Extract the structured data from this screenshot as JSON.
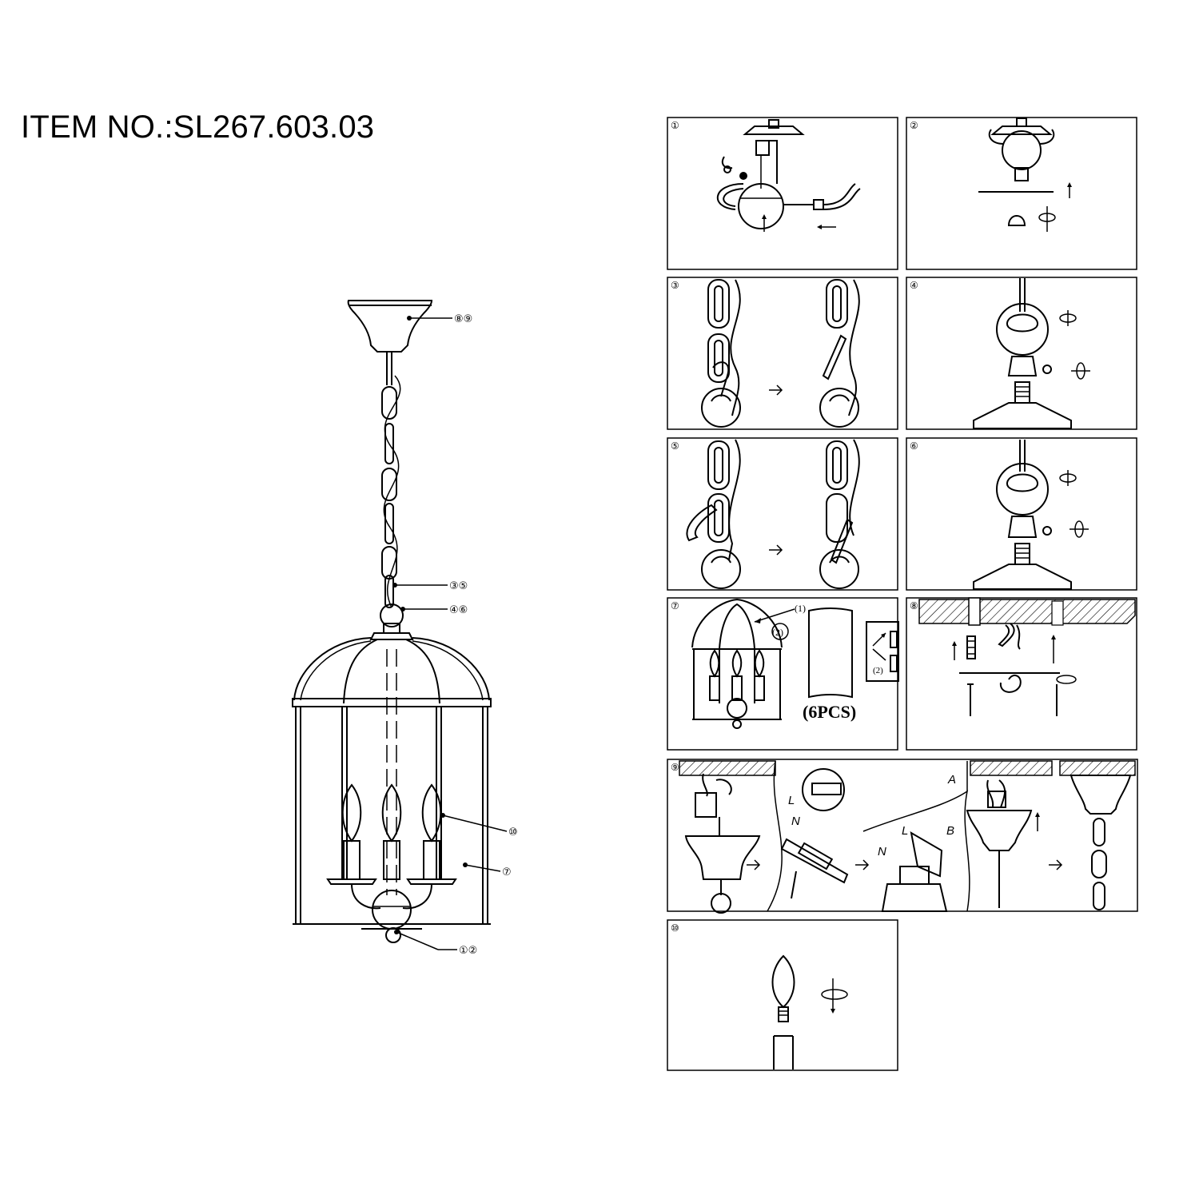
{
  "header": {
    "item_number": "ITEM NO.:SL267.603.03"
  },
  "overview": {
    "callouts": [
      {
        "id": "canopy",
        "label": "⑧⑨"
      },
      {
        "id": "chain-link",
        "label": "③⑤"
      },
      {
        "id": "hook",
        "label": "④⑥"
      },
      {
        "id": "candle-bulb",
        "label": "⑩"
      },
      {
        "id": "glass-panel",
        "label": "⑦"
      },
      {
        "id": "finial",
        "label": "①②"
      }
    ]
  },
  "steps": [
    {
      "number": "①"
    },
    {
      "number": "②"
    },
    {
      "number": "③"
    },
    {
      "number": "④"
    },
    {
      "number": "⑤"
    },
    {
      "number": "⑥"
    },
    {
      "number": "⑦",
      "labels": [
        "(1)",
        "(2)",
        "(6PCS)",
        "(2)"
      ]
    },
    {
      "number": "⑧"
    },
    {
      "number": "⑨",
      "labels": [
        "A",
        "B",
        "L",
        "N",
        "L",
        "N"
      ]
    },
    {
      "number": "⑩"
    }
  ]
}
